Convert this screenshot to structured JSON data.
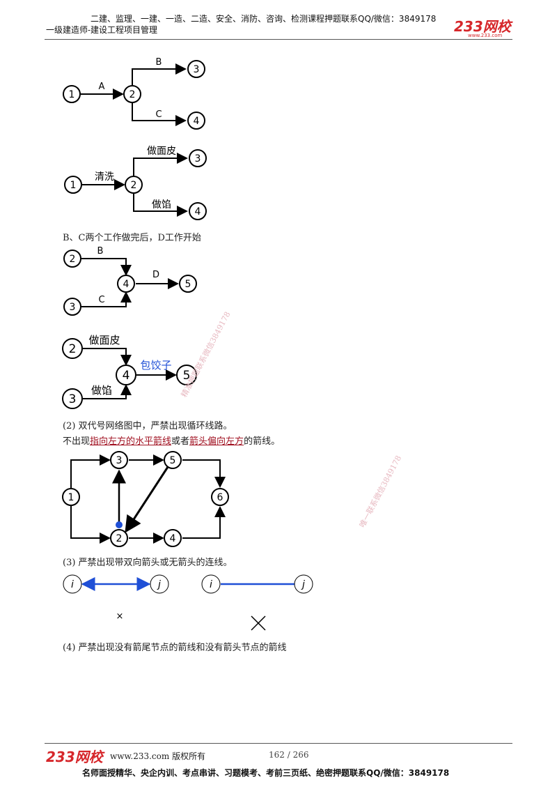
{
  "header": {
    "promo_line": "二建、监理、一建、一造、二造、安全、消防、咨询、检测课程押题联系QQ/微信：3849178",
    "course": "一级建造师-建设工程项目管理",
    "logo": "233网校",
    "logo_sub": "www.233.com"
  },
  "diagram1": {
    "nodes": [
      "1",
      "2",
      "3",
      "4"
    ],
    "edges": [
      "A",
      "B",
      "C"
    ]
  },
  "diagram2": {
    "nodes": [
      "1",
      "2",
      "3",
      "4"
    ],
    "edges": [
      "清洗",
      "做面皮",
      "做馅"
    ]
  },
  "caption1": "B、C两个工作做完后，D工作开始",
  "diagram3": {
    "nodes": [
      "2",
      "3",
      "4",
      "5"
    ],
    "edges": [
      "B",
      "C",
      "D"
    ]
  },
  "diagram4": {
    "nodes": [
      "2",
      "3",
      "4",
      "5"
    ],
    "edges": [
      "做面皮",
      "做馅",
      "包饺子"
    ]
  },
  "rule2": {
    "line1": "(2) 双代号网络图中，严禁出现循环线路。",
    "prefix": "不出现",
    "link1": "指向左方的水平箭线",
    "mid": "或者",
    "link2": "箭头偏向左方",
    "suffix": "的箭线。"
  },
  "diagram5": {
    "nodes": [
      "1",
      "2",
      "3",
      "4",
      "5",
      "6"
    ]
  },
  "rule3": "(3) 严禁出现带双向箭头或无箭头的连线。",
  "diagram6": {
    "left": [
      "i",
      "j"
    ],
    "right": [
      "i",
      "j"
    ],
    "mark_small": "×"
  },
  "rule4": "(4) 严禁出现没有箭尾节点的箭线和没有箭头节点的箭线",
  "watermarks": [
    "精准押题联系微信3849178",
    "唯一联系微信3849178"
  ],
  "footer": {
    "logo": "233网校",
    "site": "www.233.com 版权所有",
    "page": "162 / 266",
    "promo": "名师面授精华、央企内训、考点串讲、习题模考、考前三页纸、绝密押题联系QQ/微信：3849178"
  },
  "colors": {
    "blue": "#1f4fd6",
    "red": "#d6262a",
    "link": "#a01020"
  }
}
